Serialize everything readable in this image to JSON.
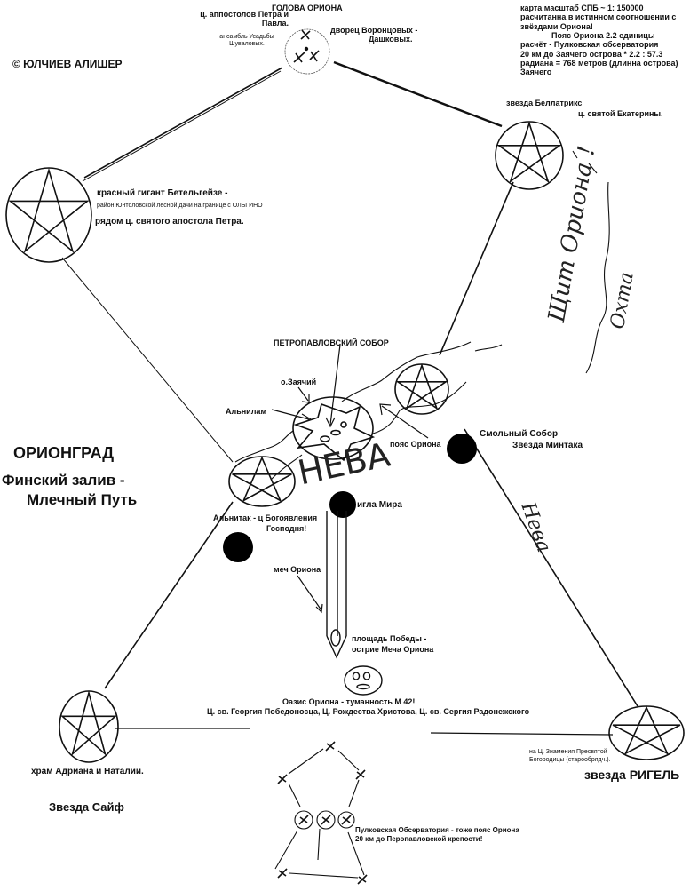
{
  "title": "ОРИОНГРАД",
  "subtitle_line1": "Финский залив -",
  "subtitle_line2": "Млечный Путь",
  "copyright": "©  ЮЛЧИЕВ АЛИШЕР",
  "head": {
    "title": "ГОЛОВА ОРИОНА",
    "left_label_line1": "ц. аппостолов Петра и",
    "left_label_line2": "Павла.",
    "ensemble_line1": "ансамбль Усадьбы",
    "ensemble_line2": "Шуваловых.",
    "palace_line1": "дворец   Воронцовых -",
    "palace_line2": "Дашковых."
  },
  "scale_note": {
    "line1": "карта масштаб СПБ ~ 1: 150000",
    "line2": "расчитанна в истинном соотношении с",
    "line3": "звёздами Ориона!",
    "line4": "Пояс Ориона 2.2 единицы",
    "line5": "расчёт - Пулковская обсерватория",
    "line6": "20 км  до Заячего острова * 2.2 : 57.3",
    "line7": "радиана = 768 метров (длинна острова)",
    "line8": "Заячего"
  },
  "betelgeuse": {
    "line1": "красный гигант Бетельгейзе -",
    "line2": "район  Юнтоловской лесной дачи  на границе с  ОЛЬГИНО",
    "line3": "рядом ц. святого апостола Петра."
  },
  "bellatrix": {
    "line1": "звезда  Беллатрикс",
    "line2": "ц. святой Екатерины."
  },
  "handwritten": {
    "okhta_1": "Щит Ориона !",
    "okhta_2": "Охта",
    "neva_main": "НЕВА",
    "neva_side": "Нева"
  },
  "belt": {
    "cathedral": "ПЕТРОПАВЛОВСКИЙ  СОБОР",
    "hare_island": "о.Заячий",
    "alnilam": "Альнилам",
    "belt_label": "пояс Ориона",
    "smolny_line1": "Смольный Собор",
    "smolny_line2": "Звезда Минтака",
    "alnitak_line1": "Альнитак  - ц Богоявления",
    "alnitak_line2": "Господня!",
    "needle": "игла Мира"
  },
  "sword": {
    "label": "меч Ориона",
    "tip_line1": "площадь Победы -",
    "tip_line2": "острие Меча Ориона"
  },
  "nebula": {
    "line1": "Оазис Ориона - туманность М 42!",
    "line2": "Ц. св. Георгия Победоносца, Ц. Рождества Христова, Ц. св. Сергия Радонежского"
  },
  "saiph": {
    "temple": "храм Адриана и Наталии.",
    "star": "Звезда Сайф"
  },
  "rigel": {
    "note_line1": "на Ц. Знамения Пресвятой",
    "note_line2": "Богородицы (старообрядч.).",
    "star": "звезда РИГЕЛЬ"
  },
  "pulkovo": {
    "line1": "Пулковская Обсерватория -  тоже пояс  Ориона",
    "line2": "20 км до Перопавловской крепости!"
  },
  "colors": {
    "ink": "#111111",
    "background": "#ffffff"
  }
}
